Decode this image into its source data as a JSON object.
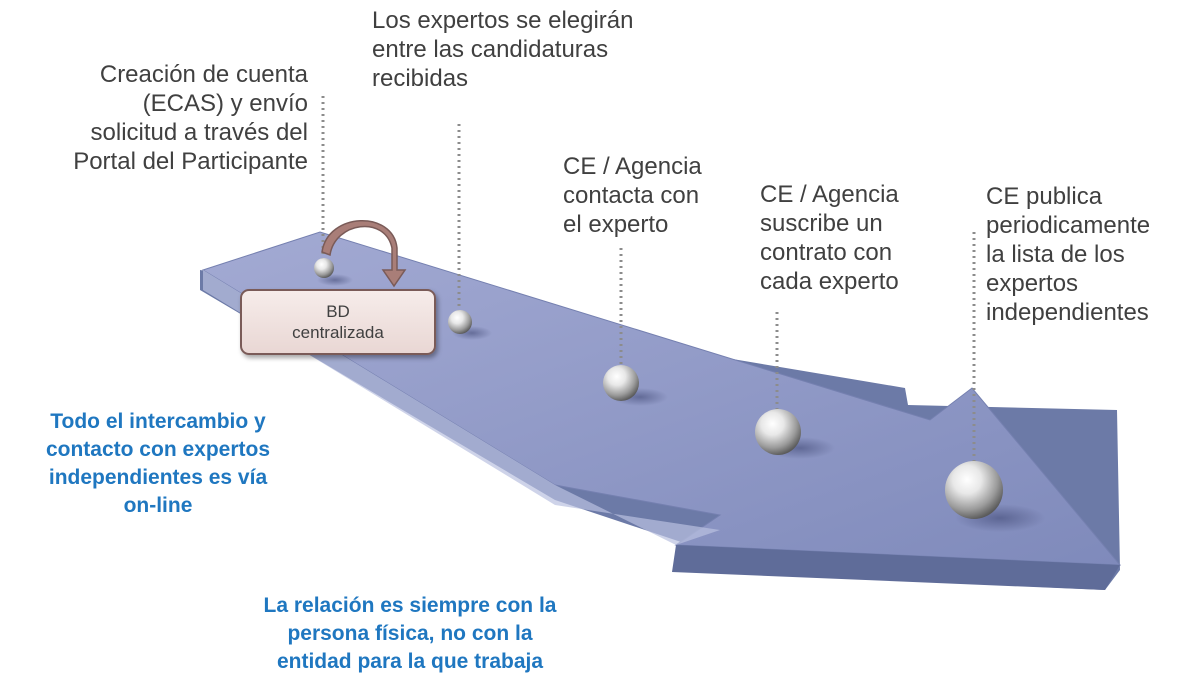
{
  "steps": [
    {
      "text": "Creación de cuenta\n(ECAS) y envío\nsolicitud a través del\nPortal del Participante"
    },
    {
      "text": "Los expertos se elegirán\nentre las candidaturas\nrecibidas"
    },
    {
      "text": "CE / Agencia\ncontacta con\nel experto"
    },
    {
      "text": "CE / Agencia\nsuscribe un\ncontrato con\ncada experto"
    },
    {
      "text": "CE publica\nperiodicamente\nla lista de los\nexpertos\nindependientes"
    }
  ],
  "database": {
    "line1": "BD",
    "line2": "centralizada"
  },
  "notes": {
    "online": "Todo el intercambio y\ncontacto con expertos\nindependientes es vía\non-line",
    "relationship": "La relación es siempre con la\npersona física, no con la\nentidad para la que trabaja"
  },
  "colors": {
    "arrow_top": "#8f98c6",
    "arrow_side": "#6c7aa7",
    "note_text": "#1f77c0",
    "database_border": "#7a5b58",
    "curved_arrow": "#a97e78"
  }
}
